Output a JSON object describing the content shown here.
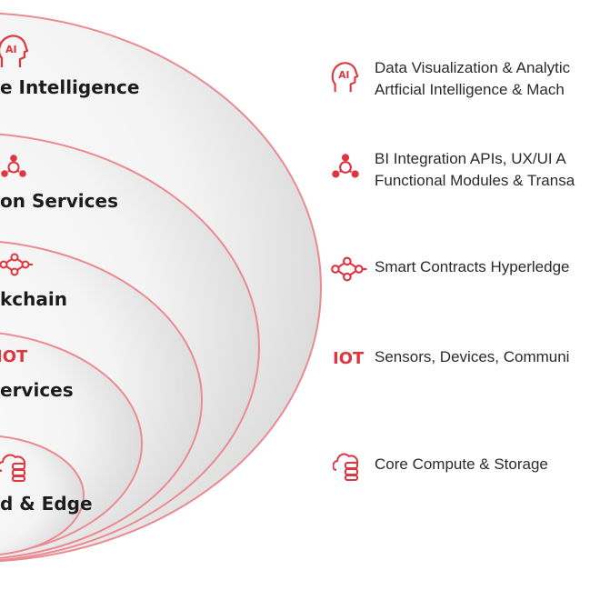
{
  "colors": {
    "accent": "#e0343f",
    "ring_outline": "#ec8a92",
    "text": "#1c1c1c"
  },
  "layers": [
    {
      "label": "e Intelligence",
      "icon": "ai-head-icon"
    },
    {
      "label": "on Services",
      "icon": "network-cubes-icon"
    },
    {
      "label": "kchain",
      "icon": "blockchain-links-icon"
    },
    {
      "label": "ervices",
      "icon_text": "IOT",
      "icon": "iot-icon"
    },
    {
      "label": "d & Edge",
      "icon": "cloud-storage-icon"
    }
  ],
  "legend": [
    {
      "icon": "ai-head-icon",
      "lines": [
        "Data Visualization & Analytic",
        "Artficial Intelligence & Mach"
      ]
    },
    {
      "icon": "network-cubes-icon",
      "lines": [
        "BI Integration APIs, UX/UI A",
        "Functional Modules & Transa"
      ]
    },
    {
      "icon": "blockchain-links-icon",
      "lines": [
        "Smart Contracts Hyperledge"
      ]
    },
    {
      "icon": "iot-icon",
      "icon_text": "IOT",
      "lines": [
        "Sensors, Devices, Communi"
      ]
    },
    {
      "icon": "cloud-storage-icon",
      "lines": [
        "Core Compute & Storage"
      ]
    }
  ]
}
